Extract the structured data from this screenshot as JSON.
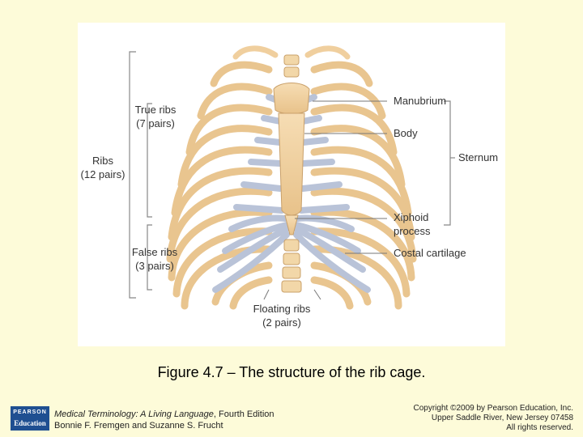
{
  "figure": {
    "labels": {
      "ribs": [
        "Ribs",
        "(12 pairs)"
      ],
      "true_ribs": [
        "True ribs",
        "(7 pairs)"
      ],
      "false_ribs": [
        "False ribs",
        "(3 pairs)"
      ],
      "floating_ribs": [
        "Floating ribs",
        "(2 pairs)"
      ],
      "manubrium": "Manubrium",
      "body": "Body",
      "sternum": "Sternum",
      "xiphoid": [
        "Xiphoid",
        "process"
      ],
      "costal_cartilage": "Costal cartilage"
    },
    "colors": {
      "bone": "#f0cf9e",
      "bone_edge": "#c9a06a",
      "cartilage": "#b9c3d8",
      "cartilage_edge": "#8e99b5",
      "leader": "#777777"
    }
  },
  "caption": "Figure 4.7 – The structure of the rib cage.",
  "footer": {
    "logo_top": "PEARSON",
    "logo_bottom": "Education",
    "book_title": "Medical Terminology: A Living Language",
    "book_edition": ", Fourth Edition",
    "authors": "Bonnie F. Fremgen and Suzanne S. Frucht",
    "copyright_lines": [
      "Copyright ©2009 by Pearson Education, Inc.",
      "Upper Saddle River, New Jersey 07458",
      "All rights reserved."
    ]
  }
}
